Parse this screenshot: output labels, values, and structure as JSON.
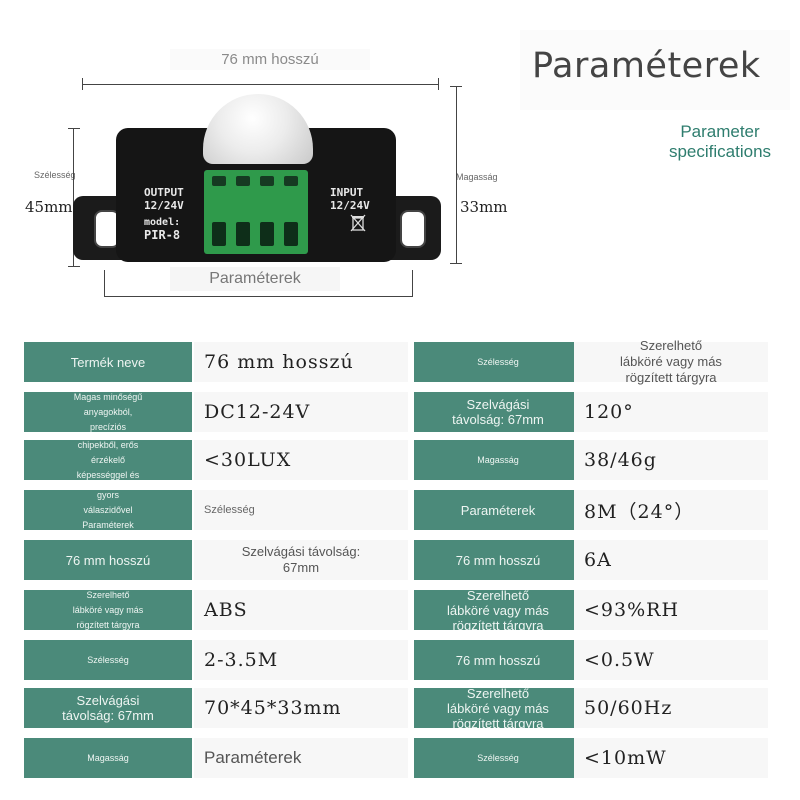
{
  "header": {
    "title": "Paraméterek",
    "subtitle": "Parameter\nspecifications"
  },
  "dimensions": {
    "length_label": "76 mm hosszú",
    "width_small": "Szélesség",
    "width_value": "45mm",
    "height_small": "Magasság",
    "height_value": "33mm",
    "bottom_label": "Paraméterek"
  },
  "device": {
    "output_text": "OUTPUT",
    "output_voltage": "12/24V",
    "model_label": "model:",
    "model_value": "PIR-8",
    "input_text": "INPUT",
    "input_voltage": "12/24V"
  },
  "table": {
    "rows": [
      {
        "l1": "Termék neve",
        "v1": "76 mm hosszú",
        "l2": "Szélesség",
        "v2": "Szerelhető\nlábköré vagy más\nrögzített tárgyra"
      },
      {
        "l1": "Magas minőségű\nanyagokból,\nprecíziós",
        "v1": "DC12-24V",
        "l2": "Szelvágási\ntávolság: 67mm",
        "v2": "120°"
      },
      {
        "l1": "chipekből, erős\nérzékelő\nképességgel és",
        "v1": "<30LUX",
        "l2": "Magasság",
        "v2": "38/46g"
      },
      {
        "l1": "gyors\nválaszidővel\nParaméterek",
        "v1": "Szélesség",
        "l2": "Paraméterek",
        "v2": "8M（24°）"
      },
      {
        "l1": "76 mm hosszú",
        "v1": "Szelvágási távolság:\n67mm",
        "l2": "76 mm hosszú",
        "v2": "6A"
      },
      {
        "l1": "Szerelhető\nlábköré vagy más\nrögzített tárgyra",
        "v1": "ABS",
        "l2": "Szerelhető\nlábköré vagy más\nrögzített tárgyra",
        "v2": "<93%RH"
      },
      {
        "l1": "Szélesség",
        "v1": "2-3.5M",
        "l2": "76 mm hosszú",
        "v2": "<0.5W"
      },
      {
        "l1": "Szelvágási\ntávolság: 67mm",
        "v1": "70*45*33mm",
        "l2": "Szerelhető\nlábköré vagy más\nrögzített tárgyra",
        "v2": "50/60Hz"
      },
      {
        "l1": "Magasság",
        "v1": "Paraméterek",
        "l2": "Szélesség",
        "v2": "<10mW"
      }
    ]
  },
  "colors": {
    "label_bg": "#4b8a7a",
    "value_bg": "#f7f7f7",
    "accent_text": "#2e7d6e",
    "terminal": "#2f9a4b"
  }
}
